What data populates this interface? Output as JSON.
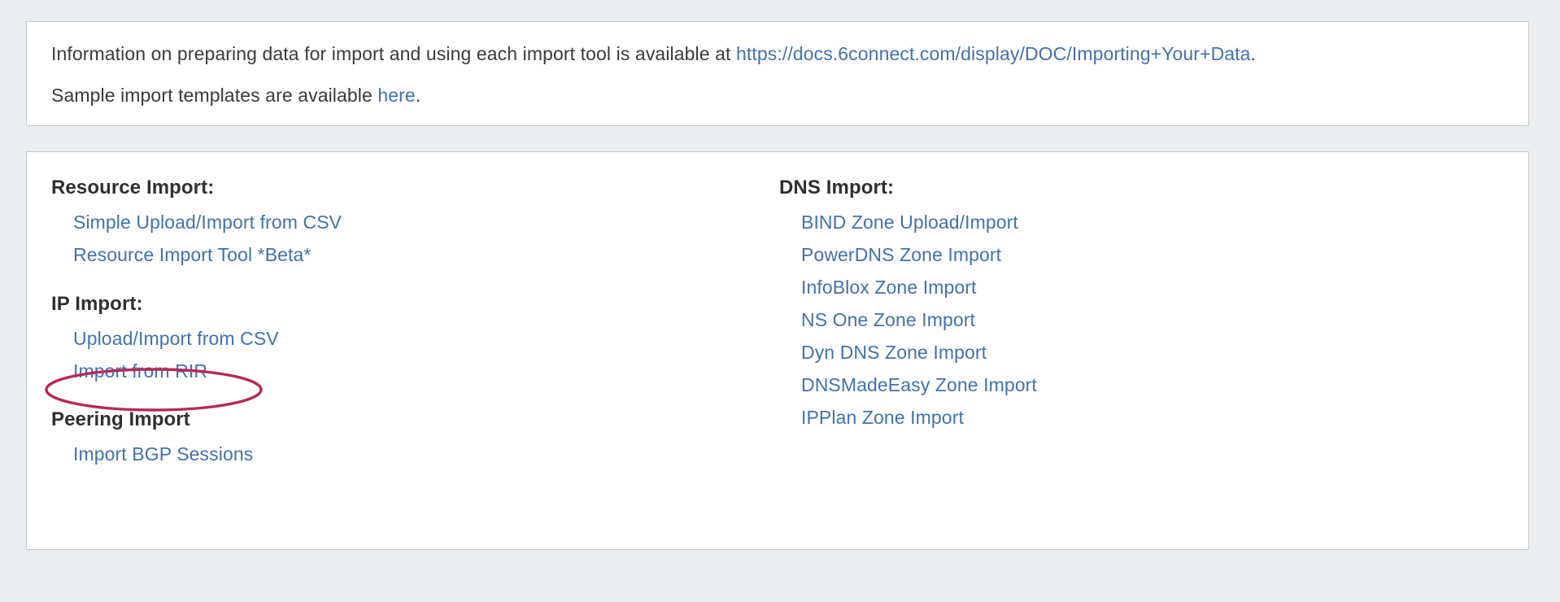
{
  "theme": {
    "page_background": "#eaeef0",
    "panel_background": "#ffffff",
    "panel_border": "#c8c8c8",
    "link_color": "#4372ab",
    "heading_color": "#303030",
    "body_text_color": "#3b3b3b",
    "annotation_color": "#b42a5c"
  },
  "info": {
    "line1_prefix": "Information on preparing data for import and using each import tool is available at ",
    "line1_link": "https://docs.6connect.com/display/DOC/Importing+Your+Data",
    "line1_suffix": ".",
    "line2_prefix": "Sample import templates are available ",
    "line2_link": "here",
    "line2_suffix": "."
  },
  "tools": {
    "left_column": [
      {
        "title": "Resource Import:",
        "links": [
          "Simple Upload/Import from CSV",
          "Resource Import Tool *Beta*"
        ]
      },
      {
        "title": "IP Import:",
        "links": [
          "Upload/Import from CSV",
          "Import from RIR"
        ]
      },
      {
        "title": "Peering Import",
        "links": [
          "Import BGP Sessions"
        ]
      }
    ],
    "right_column": [
      {
        "title": "DNS Import:",
        "links": [
          "BIND Zone Upload/Import",
          "PowerDNS Zone Import",
          "InfoBlox Zone Import",
          "NS One Zone Import",
          "Dyn DNS Zone Import",
          "DNSMadeEasy Zone Import",
          "IPPlan Zone Import"
        ]
      }
    ]
  },
  "annotation": {
    "target_label": "Import from RIR",
    "shape": "ellipse",
    "color": "#b42a5c"
  }
}
